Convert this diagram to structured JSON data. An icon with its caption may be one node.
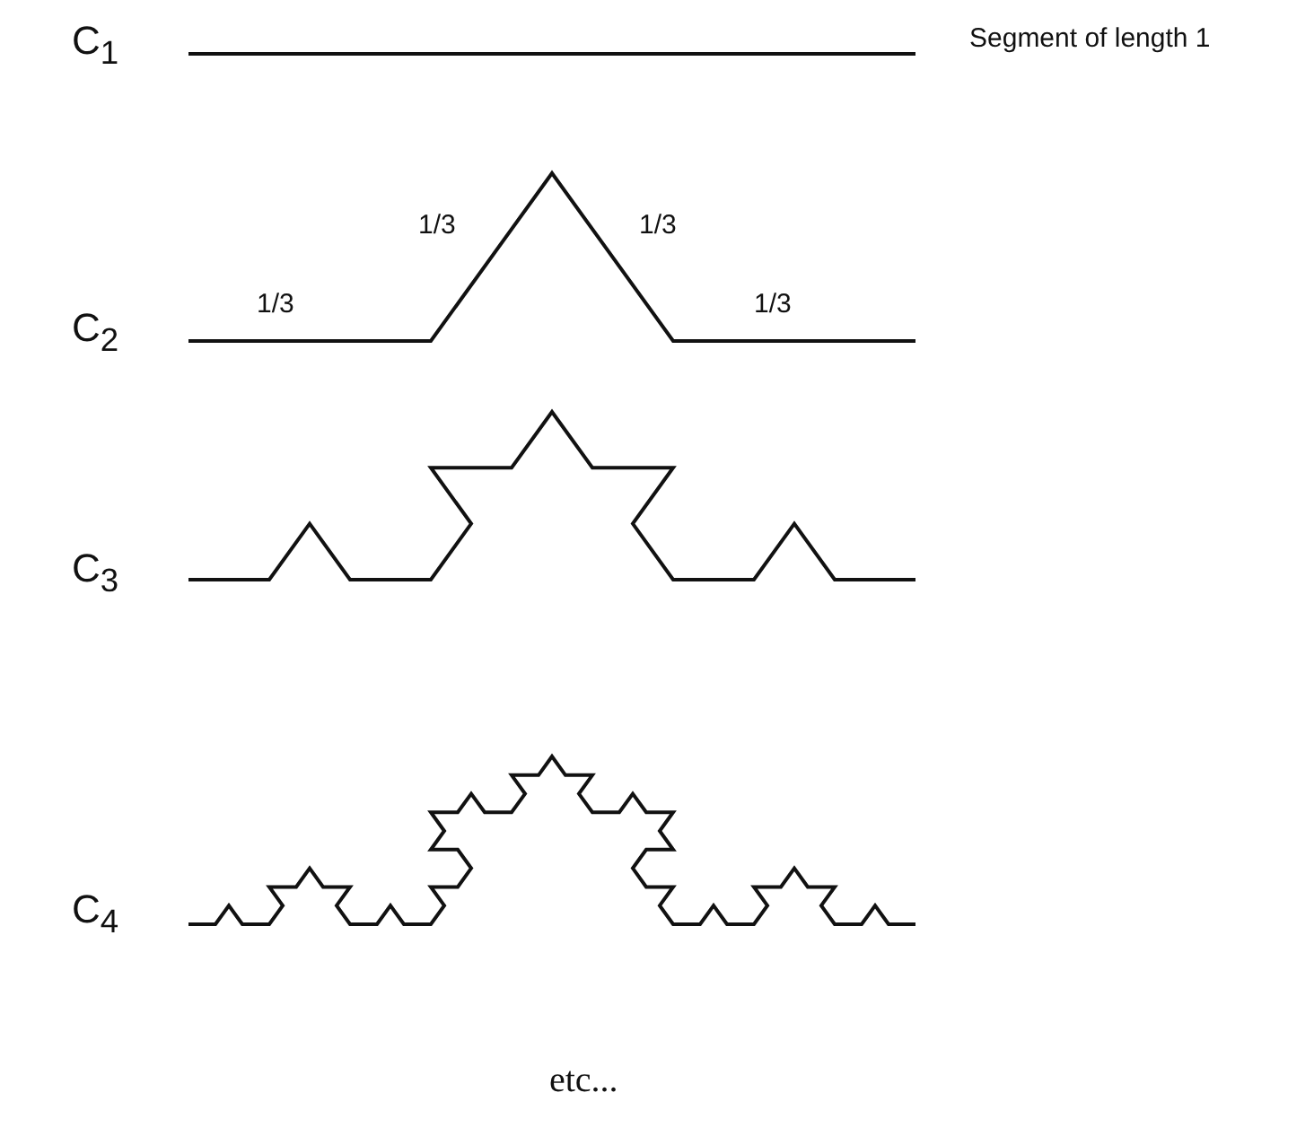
{
  "diagram": {
    "labels": [
      "C$_{1}$",
      "Segment of length 1",
      "1/3",
      "1/3",
      "1/3",
      "1/3",
      "C$_{2}$",
      "C$_{3}$",
      "C$_{4}$",
      "etc..."
    ]
  }
}
